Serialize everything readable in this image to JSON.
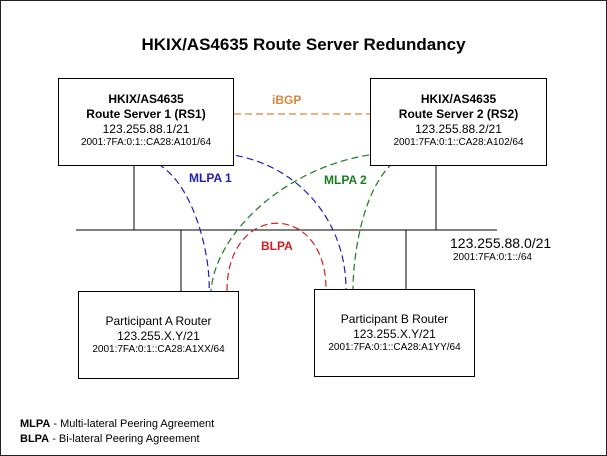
{
  "title": "HKIX/AS4635 Route Server Redundancy",
  "rs1": {
    "line1": "HKIX/AS4635",
    "line2_prefix": "Route Server 1 (",
    "line2_code": "RS1",
    "line2_suffix": ")",
    "ipv4": "123.255.88.1/21",
    "ipv6": "2001:7FA:0:1::CA28:A101/64"
  },
  "rs2": {
    "line1": "HKIX/AS4635",
    "line2_prefix": "Route Server 2 (",
    "line2_code": "RS2",
    "line2_suffix": ")",
    "ipv4": "123.255.88.2/21",
    "ipv6": "2001:7FA:0:1::CA28:A102/64"
  },
  "participant_a": {
    "name": "Participant A Router",
    "ipv4": "123.255.X.Y/21",
    "ipv6": "2001:7FA:0:1::CA28:A1XX/64"
  },
  "participant_b": {
    "name": "Participant B Router",
    "ipv4": "123.255.X.Y/21",
    "ipv6": "2001:7FA:0:1::CA28:A1YY/64"
  },
  "labels": {
    "ibgp": "iBGP",
    "mlpa1": "MLPA 1",
    "mlpa2": "MLPA 2",
    "blpa": "BLPA"
  },
  "lan": {
    "ipv4": "123.255.88.0/21",
    "ipv6": "2001:7FA:0:1::/64"
  },
  "legend": [
    {
      "term": "MLPA",
      "definition": " - Multi-lateral Peering Agreement"
    },
    {
      "term": "BLPA",
      "definition": " - Bi-lateral Peering Agreement"
    }
  ],
  "colors": {
    "ibgp": "#d4873c",
    "mlpa1": "#2020b0",
    "mlpa2": "#1c7c1c",
    "blpa": "#d02020"
  }
}
